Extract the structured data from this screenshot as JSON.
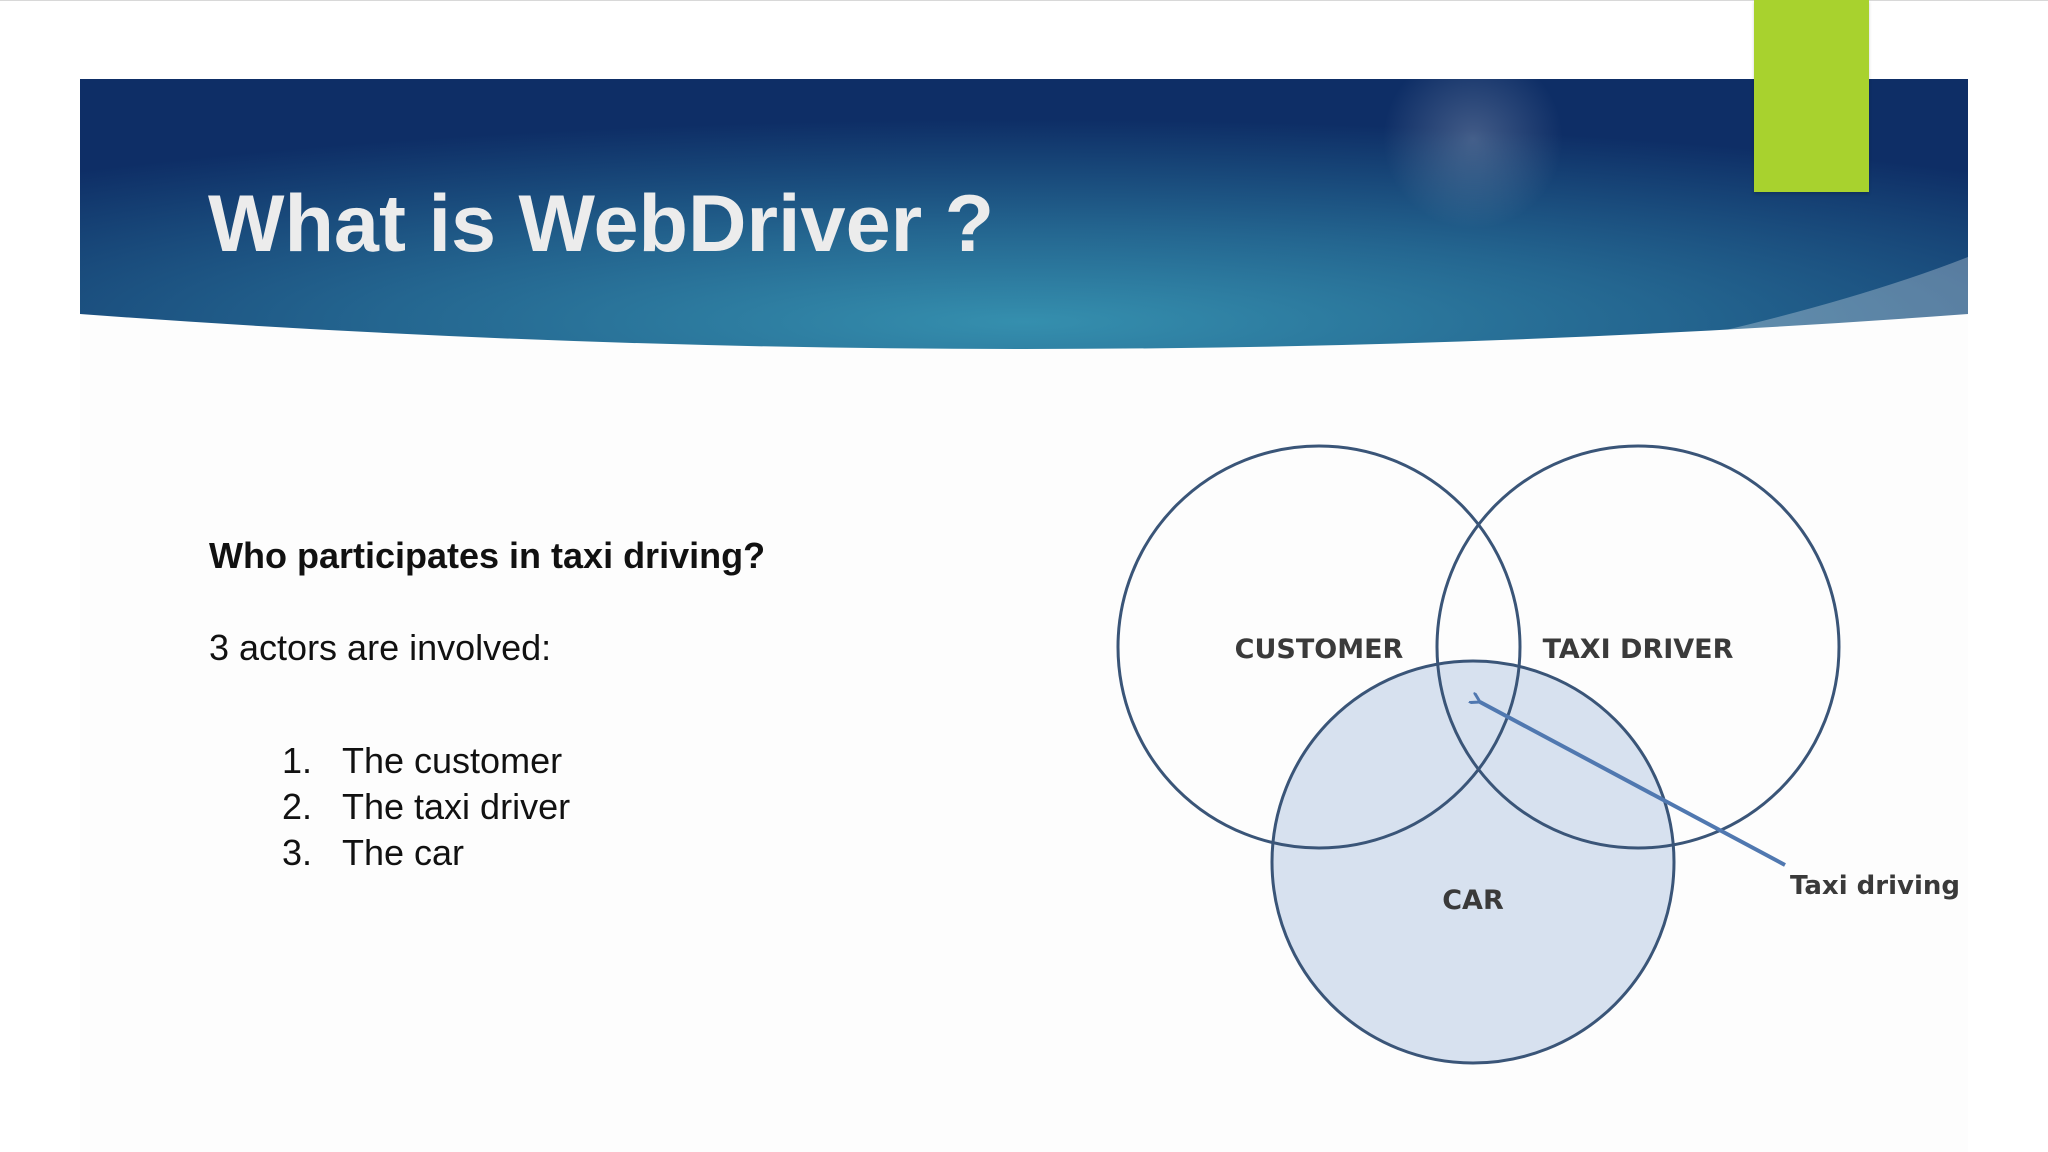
{
  "slide": {
    "title": "What is WebDriver ?",
    "question": "Who participates in taxi driving?",
    "intro": "3 actors are involved:",
    "actors": [
      {
        "number": "1.",
        "label": "The customer"
      },
      {
        "number": "2.",
        "label": "The taxi driver"
      },
      {
        "number": "3.",
        "label": "The car"
      }
    ]
  },
  "diagram": {
    "circles": [
      {
        "label": "CUSTOMER",
        "filled": false
      },
      {
        "label": "TAXI DRIVER",
        "filled": false
      },
      {
        "label": "CAR",
        "filled": true
      }
    ],
    "callout": "Taxi driving"
  },
  "colors": {
    "banner_dark": "#0e2e66",
    "banner_light": "#2c86a8",
    "accent": "#a8d22e",
    "circle_stroke": "#3a5578",
    "car_fill": "#d7e1ef",
    "arrow": "#5078b0"
  }
}
